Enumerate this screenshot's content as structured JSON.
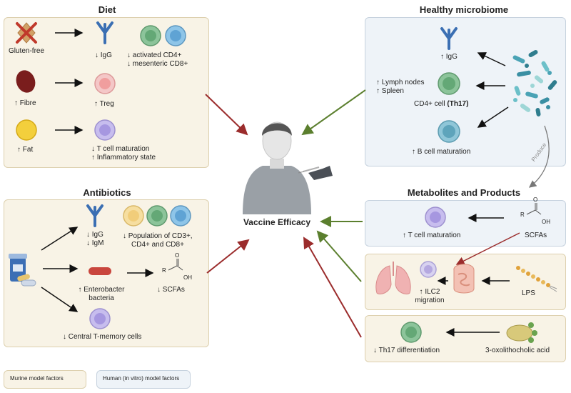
{
  "titles": {
    "diet": "Diet",
    "healthy": "Healthy microbiome",
    "antibiotics": "Antibiotics",
    "metabolites": "Metabolites and Products",
    "center": "Vaccine Efficacy"
  },
  "diet": {
    "gluten": "Gluten-free",
    "igg": "↓ IgG",
    "cd4_line1": "↓ activated CD4+",
    "cd4_line2": "↓ mesenteric CD8+",
    "fibre": "↑ Fibre",
    "treg": "↑ Treg",
    "fat": "↑ Fat",
    "tcell_line1": "↓ T cell maturation",
    "tcell_line2": "↑ Inflammatory state"
  },
  "healthy": {
    "igg": "↑ IgG",
    "lymph_line1": "↑ Lymph nodes",
    "lymph_line2": "↑ Spleen",
    "cd4_prefix": "CD4+ cell ",
    "cd4_bold": "(Th17)",
    "bcell": "↑ B cell maturation",
    "produce": "Produce"
  },
  "antibiotics": {
    "igg": "↓ IgG",
    "igm": "↓ IgM",
    "pop_line1": "↓  Population of CD3+,",
    "pop_line2": "CD4+ and CD8+",
    "entero_line1": "↑ Enterobacter",
    "entero_line2": "bacteria",
    "scfa": "↓ SCFAs",
    "memory": "↓ Central T-memory cells",
    "r_label": "R",
    "o_label": "O",
    "oh_label": "OH"
  },
  "metabolites": {
    "tcell": "↑ T cell maturation",
    "scfa": "SCFAs",
    "ilc2_line1": "↑ ILC2",
    "ilc2_line2": "migration",
    "lps": "LPS",
    "th17": "↓ Th17 differentiation",
    "oxo": "3-oxolithocholic acid",
    "r_label": "R",
    "o_label": "O",
    "oh_label": "OH"
  },
  "legend": {
    "murine": "Murine model factors",
    "human": "Human (in vitro) model factors"
  },
  "colors": {
    "murine_bg": "#f8f3e6",
    "human_bg": "#eef3f8",
    "red_arrow": "#9b2c2c",
    "green_arrow": "#5b7f2e",
    "cell_green": "#8cc49a",
    "cell_blue": "#8ec5e8",
    "cell_purple": "#b5a8e0",
    "cell_pink": "#f4b6b6",
    "cell_yellow": "#f6dea0",
    "antibody": "#3b6fb3"
  }
}
